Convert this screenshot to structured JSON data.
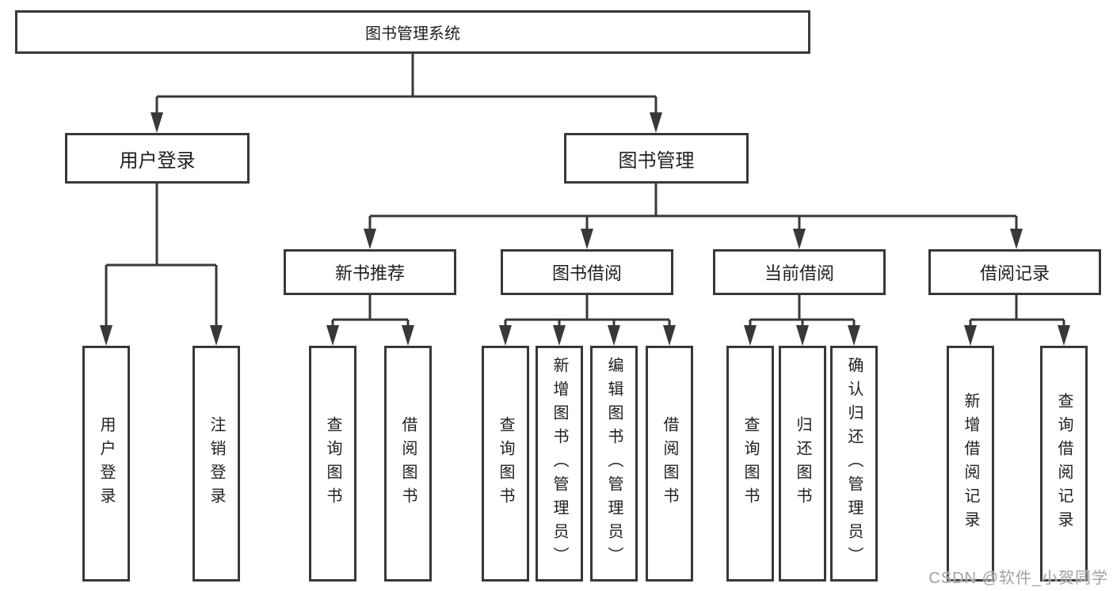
{
  "diagram": {
    "root": {
      "label": "图书管理系统"
    },
    "branches": [
      {
        "label": "用户登录",
        "children": [
          {
            "label": "用户登录"
          },
          {
            "label": "注销登录"
          }
        ]
      },
      {
        "label": "图书管理",
        "children": [
          {
            "label": "新书推荐",
            "children": [
              {
                "label": "查询图书"
              },
              {
                "label": "借阅图书"
              }
            ]
          },
          {
            "label": "图书借阅",
            "children": [
              {
                "label": "查询图书"
              },
              {
                "label": "新增图书（管理员）"
              },
              {
                "label": "编辑图书（管理员）"
              },
              {
                "label": "借阅图书"
              }
            ]
          },
          {
            "label": "当前借阅",
            "children": [
              {
                "label": "查询图书"
              },
              {
                "label": "归还图书"
              },
              {
                "label": "确认归还（管理员）"
              }
            ]
          },
          {
            "label": "借阅记录",
            "children": [
              {
                "label": "新增借阅记录"
              },
              {
                "label": "查询借阅记录"
              }
            ]
          }
        ]
      }
    ],
    "line_color": "#383838"
  },
  "watermark": {
    "text": "CSDN @软件_小贺同学"
  }
}
